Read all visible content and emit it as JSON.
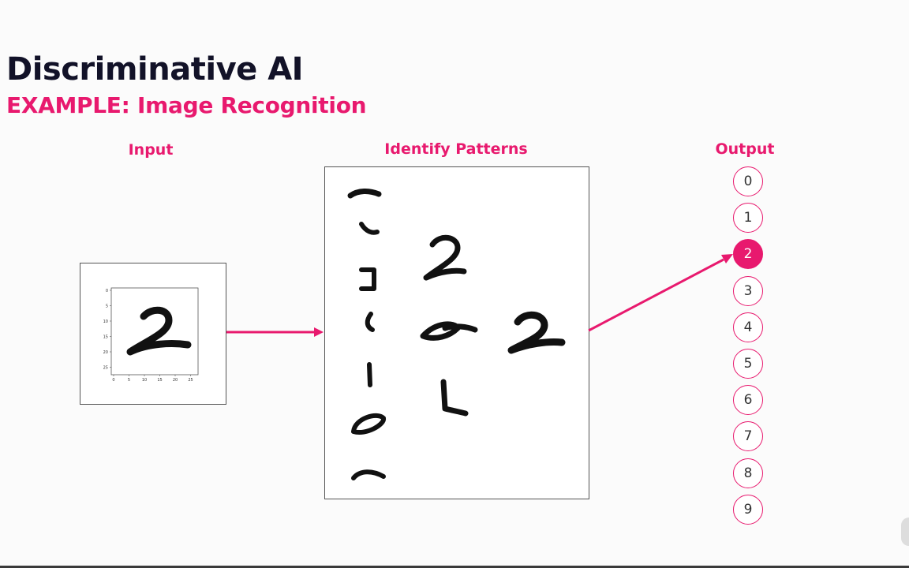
{
  "slide": {
    "title": "Discriminative AI",
    "subtitle": "EXAMPLE: Image Recognition",
    "input_label": "Input",
    "patterns_label": "Identify Patterns",
    "output_label": "Output"
  },
  "input_plot": {
    "y_ticks": [
      "0",
      "5",
      "10",
      "15",
      "20",
      "25"
    ],
    "x_ticks": [
      "0",
      "5",
      "10",
      "15",
      "20",
      "25"
    ]
  },
  "outputs": [
    {
      "label": "0",
      "active": false
    },
    {
      "label": "1",
      "active": false
    },
    {
      "label": "2",
      "active": true
    },
    {
      "label": "3",
      "active": false
    },
    {
      "label": "4",
      "active": false
    },
    {
      "label": "5",
      "active": false
    },
    {
      "label": "6",
      "active": false
    },
    {
      "label": "7",
      "active": false
    },
    {
      "label": "8",
      "active": false
    },
    {
      "label": "9",
      "active": false
    }
  ],
  "colors": {
    "accent": "#e8196e",
    "title": "#121228"
  }
}
